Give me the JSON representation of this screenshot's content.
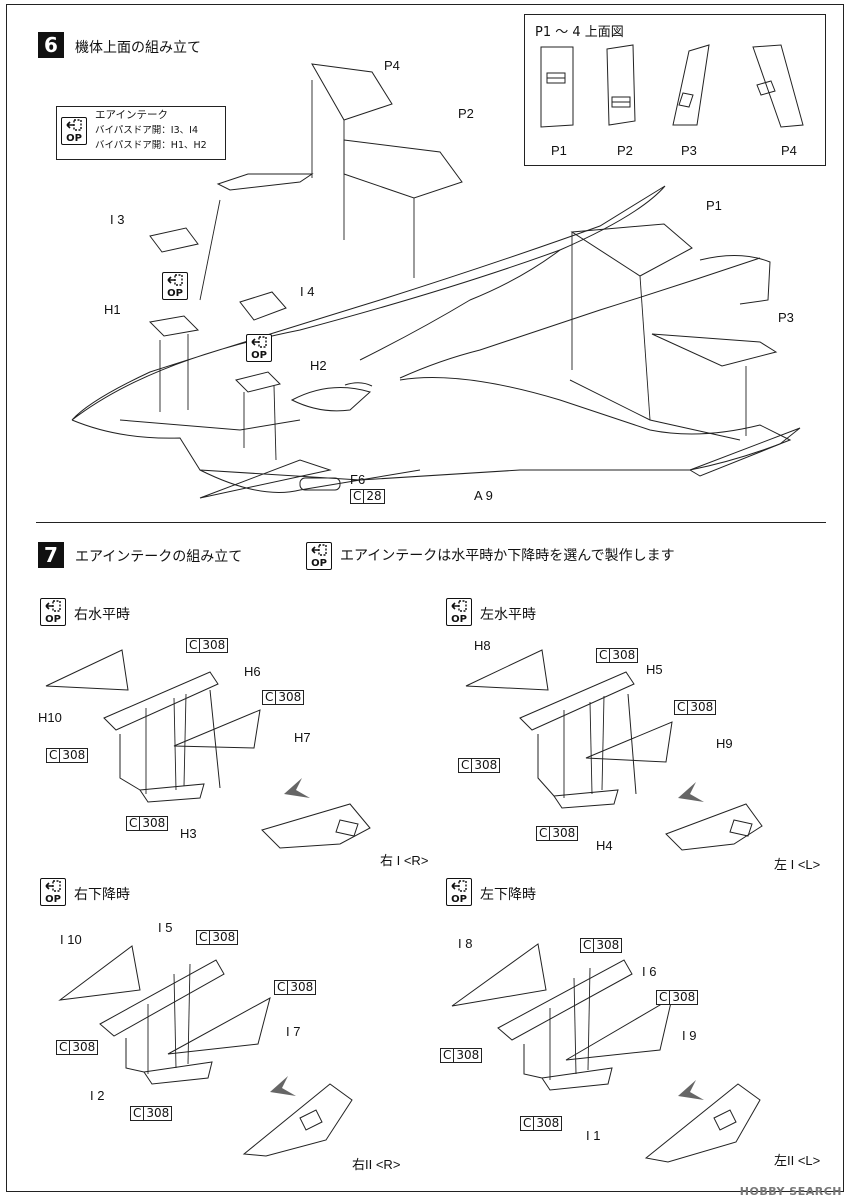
{
  "step6": {
    "number": "6",
    "title": "機体上面の組み立て"
  },
  "step6_note": {
    "line1": "エアインテーク",
    "line2": "バイパスドア開：I3、I4",
    "line3": "バイパスドア開：H1、H2"
  },
  "legend": {
    "title": "P1 ～ 4 上面図",
    "items": [
      "P1",
      "P2",
      "P3",
      "P4"
    ]
  },
  "step6_labels": {
    "p4": "P4",
    "p2": "P2",
    "p1": "P1",
    "p3": "P3",
    "i3": "I 3",
    "i4": "I 4",
    "h1": "H1",
    "h2": "H2",
    "f6": "F6",
    "a9": "A 9"
  },
  "step6_cbox": {
    "c_letter": "C",
    "c_num": "28"
  },
  "op_text": "OP",
  "step7": {
    "number": "7",
    "title": "エアインテークの組み立て",
    "note": "エアインテークは水平時か下降時を選んで製作します"
  },
  "panels": {
    "right_level": {
      "title": "右水平時",
      "parts": {
        "a": "H10",
        "b": "H6",
        "c": "H7",
        "d": "H3"
      },
      "result": "右 I <R>"
    },
    "left_level": {
      "title": "左水平時",
      "parts": {
        "a": "H8",
        "b": "H5",
        "c": "H9",
        "d": "H4"
      },
      "result": "左 I <L>"
    },
    "right_down": {
      "title": "右下降時",
      "parts": {
        "a": "I 10",
        "b": "I 5",
        "c": "I 7",
        "d": "I 2"
      },
      "result": "右II <R>"
    },
    "left_down": {
      "title": "左下降時",
      "parts": {
        "a": "I 8",
        "b": "I 6",
        "c": "I 9",
        "d": "I 1"
      },
      "result": "左II <L>"
    }
  },
  "cement": {
    "letter": "C",
    "num": "308"
  },
  "watermark": "HOBBY SEARCH"
}
